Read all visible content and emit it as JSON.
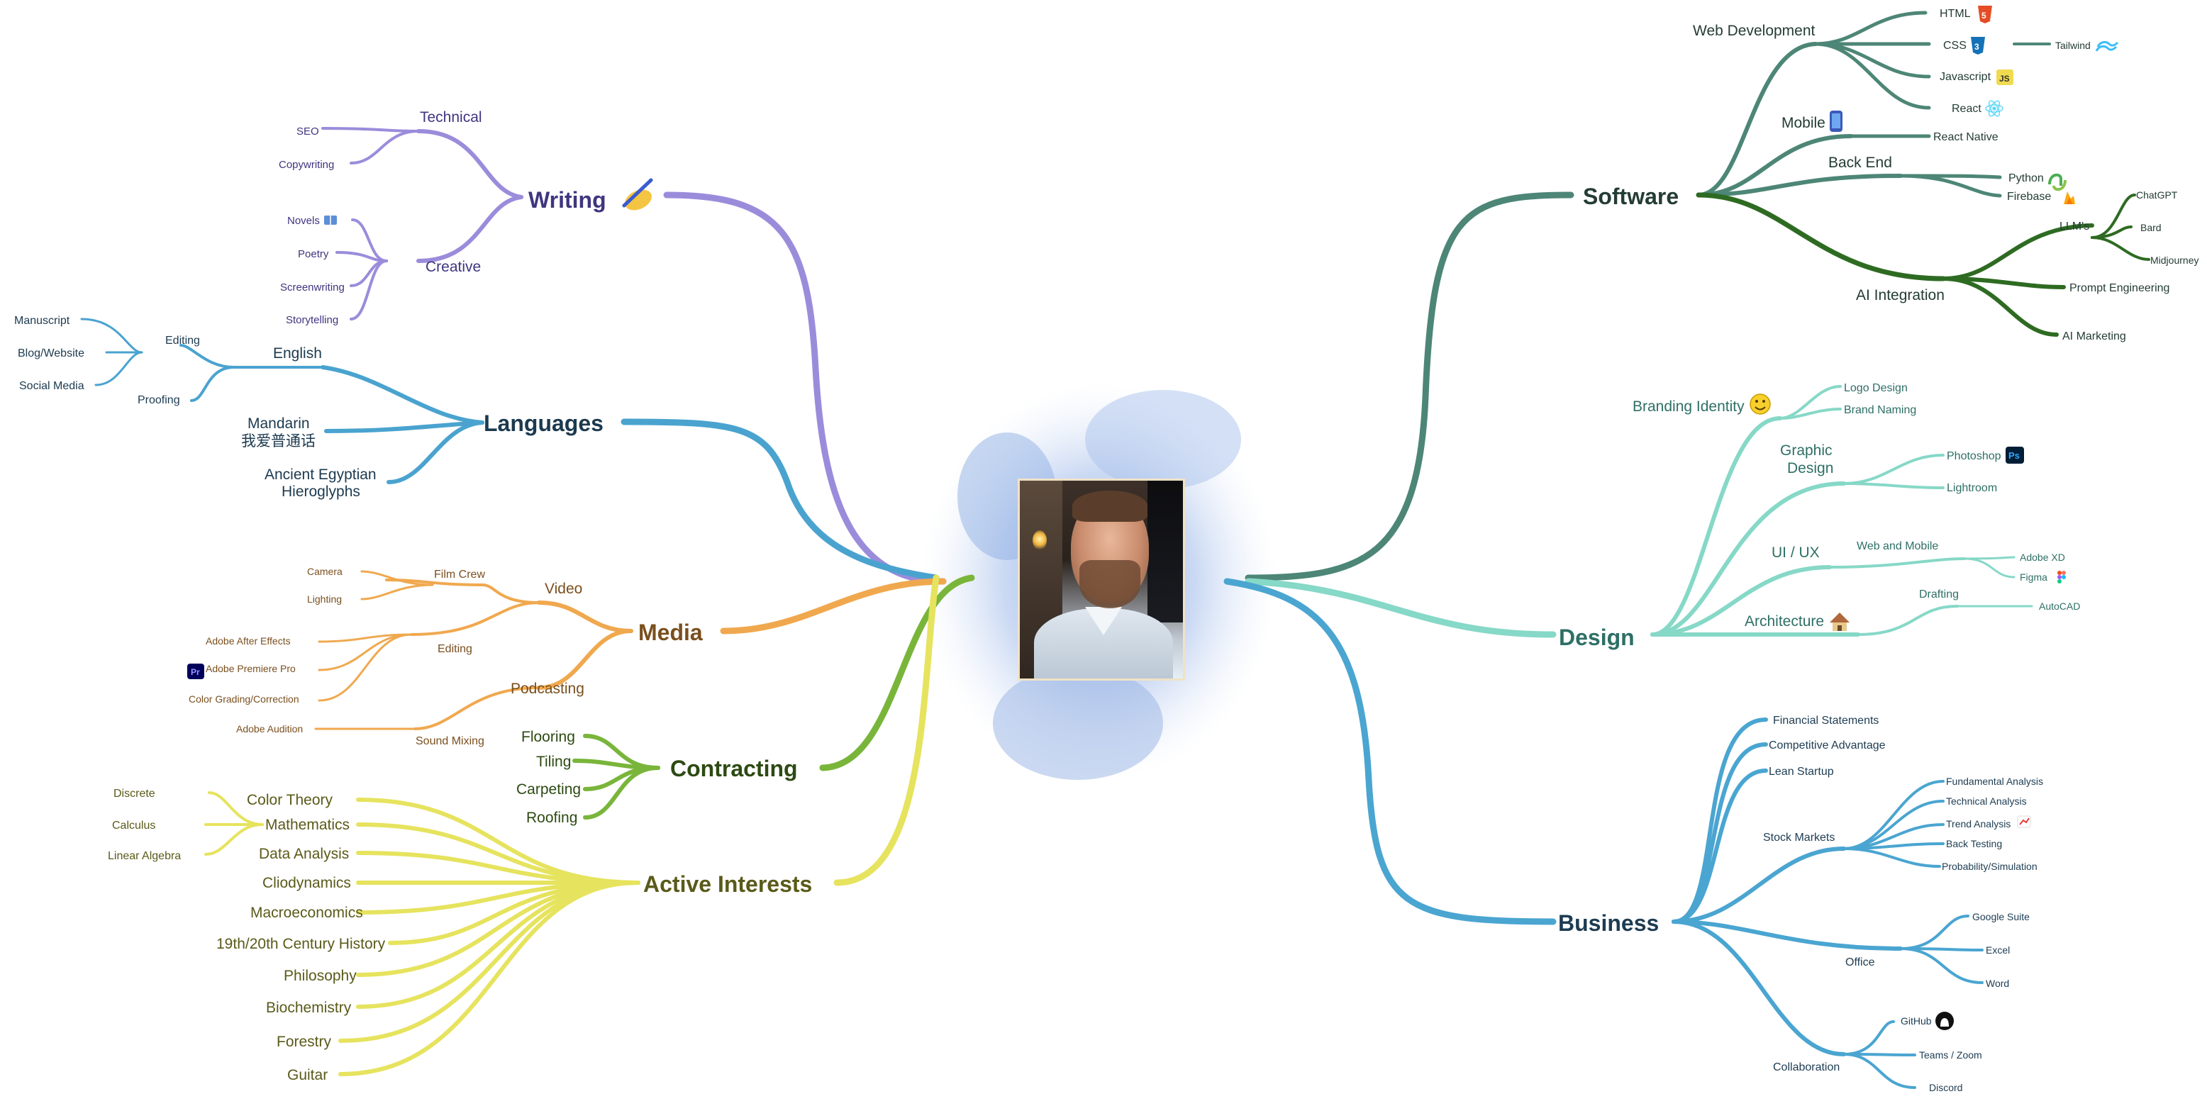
{
  "center": {
    "image": "profile-photo"
  },
  "colors": {
    "writing": "#9b8cdb",
    "writing_text": "#3f3580",
    "languages": "#4aa3cf",
    "languages_text": "#1c3a4f",
    "media": "#f0a84e",
    "media_text": "#7a4f1e",
    "contracting": "#79b53a",
    "contracting_text": "#2d4a12",
    "interests": "#e6e35e",
    "interests_text": "#5a5a1a",
    "software": "#4d8676",
    "software_text": "#243c35",
    "ai": "#2e6b22",
    "design": "#86d8c7",
    "design_text": "#2e6f66",
    "business": "#4aa5d1",
    "business_text": "#1d3c52"
  },
  "topics": {
    "writing": "Writing",
    "languages": "Languages",
    "media": "Media",
    "contracting": "Contracting",
    "interests": "Active Interests",
    "software": "Software",
    "design": "Design",
    "business": "Business"
  },
  "writing": {
    "technical": "Technical",
    "seo": "SEO",
    "copywriting": "Copywriting",
    "creative": "Creative",
    "novels": "Novels",
    "poetry": "Poetry",
    "screenwriting": "Screenwriting",
    "storytelling": "Storytelling"
  },
  "languages": {
    "english": "English",
    "editing": "Editing",
    "manuscript": "Manuscript",
    "blog": "Blog/Website",
    "social": "Social Media",
    "proofing": "Proofing",
    "mandarin": "Mandarin",
    "mandarin_native": "我爱普通话",
    "egyptian_1": "Ancient Egyptian",
    "egyptian_2": "Hieroglyphs"
  },
  "media": {
    "video": "Video",
    "film_crew": "Film Crew",
    "camera": "Camera",
    "lighting": "Lighting",
    "editing": "Editing",
    "after_effects": "Adobe After Effects",
    "premiere": "Adobe Premiere Pro",
    "premiere_badge": "Pr",
    "color_grading": "Color Grading/Correction",
    "podcasting": "Podcasting",
    "sound_mixing": "Sound Mixing",
    "audition": "Adobe Audition"
  },
  "contracting": {
    "flooring": "Flooring",
    "tiling": "Tiling",
    "carpeting": "Carpeting",
    "roofing": "Roofing"
  },
  "interests": {
    "color_theory": "Color Theory",
    "mathematics": "Mathematics",
    "discrete": "Discrete",
    "calculus": "Calculus",
    "linear_algebra": "Linear Algebra",
    "data_analysis": "Data Analysis",
    "cliodynamics": "Cliodynamics",
    "macroeconomics": "Macroeconomics",
    "history": "19th/20th Century History",
    "philosophy": "Philosophy",
    "biochemistry": "Biochemistry",
    "forestry": "Forestry",
    "guitar": "Guitar"
  },
  "software": {
    "web_dev": "Web Development",
    "html": "HTML",
    "css": "CSS",
    "tailwind": "Tailwind",
    "javascript": "Javascript",
    "js_badge": "JS",
    "react": "React",
    "mobile": "Mobile",
    "react_native": "React Native",
    "back_end": "Back End",
    "python": "Python",
    "firebase": "Firebase",
    "ai_integration": "AI Integration",
    "llms": "LLM's",
    "chatgpt": "ChatGPT",
    "bard": "Bard",
    "midjourney": "Midjourney",
    "prompt_engineering": "Prompt Engineering",
    "ai_marketing": "AI Marketing"
  },
  "design": {
    "branding": "Branding Identity",
    "logo_design": "Logo Design",
    "brand_naming": "Brand Naming",
    "graphic_1": "Graphic",
    "graphic_2": "Design",
    "photoshop": "Photoshop",
    "ps_badge": "Ps",
    "lightroom": "Lightroom",
    "ui_ux": "UI / UX",
    "web_mobile": "Web and Mobile",
    "adobe_xd": "Adobe XD",
    "figma": "Figma",
    "architecture": "Architecture",
    "drafting": "Drafting",
    "autocad": "AutoCAD"
  },
  "business": {
    "financial_statements": "Financial Statements",
    "competitive_advantage": "Competitive Advantage",
    "lean_startup": "Lean Startup",
    "stock_markets": "Stock Markets",
    "fundamental": "Fundamental Analysis",
    "technical": "Technical Analysis",
    "trend": "Trend Analysis",
    "back_testing": "Back Testing",
    "probability": "Probability/Simulation",
    "office": "Office",
    "google_suite": "Google Suite",
    "excel": "Excel",
    "word": "Word",
    "collaboration": "Collaboration",
    "github": "GitHub",
    "teams": "Teams / Zoom",
    "discord": "Discord"
  }
}
